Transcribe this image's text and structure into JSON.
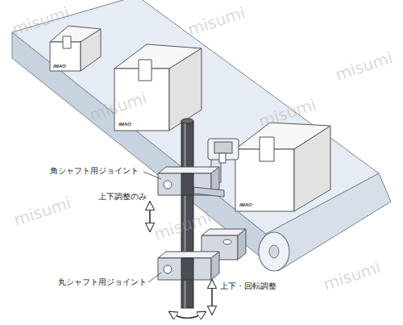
{
  "diagram": {
    "labels": [
      "角シャフト用ジョイント",
      "上下調整のみ",
      "丸シャフト用ジョイント",
      "上下・回転調整",
      "IMAO",
      "IMAO",
      "IMAO",
      "misumi",
      "misumi",
      "misumi",
      "misumi",
      "misumi",
      "misumi",
      "misumi",
      "misumi"
    ]
  }
}
